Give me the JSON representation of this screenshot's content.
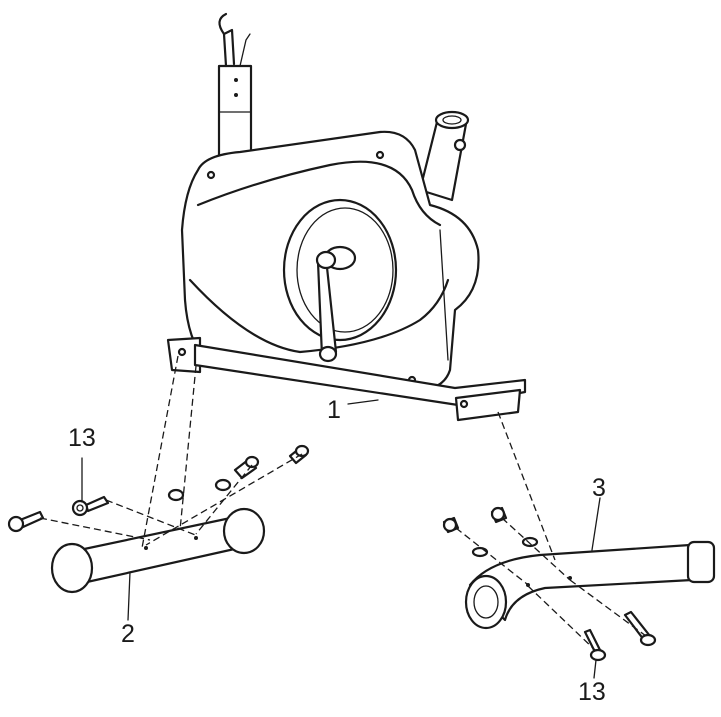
{
  "parts": {
    "frame": "1",
    "front_stabilizer": "2",
    "rear_stabilizer": "3",
    "bolt_left": "13",
    "bolt_right": "13"
  }
}
